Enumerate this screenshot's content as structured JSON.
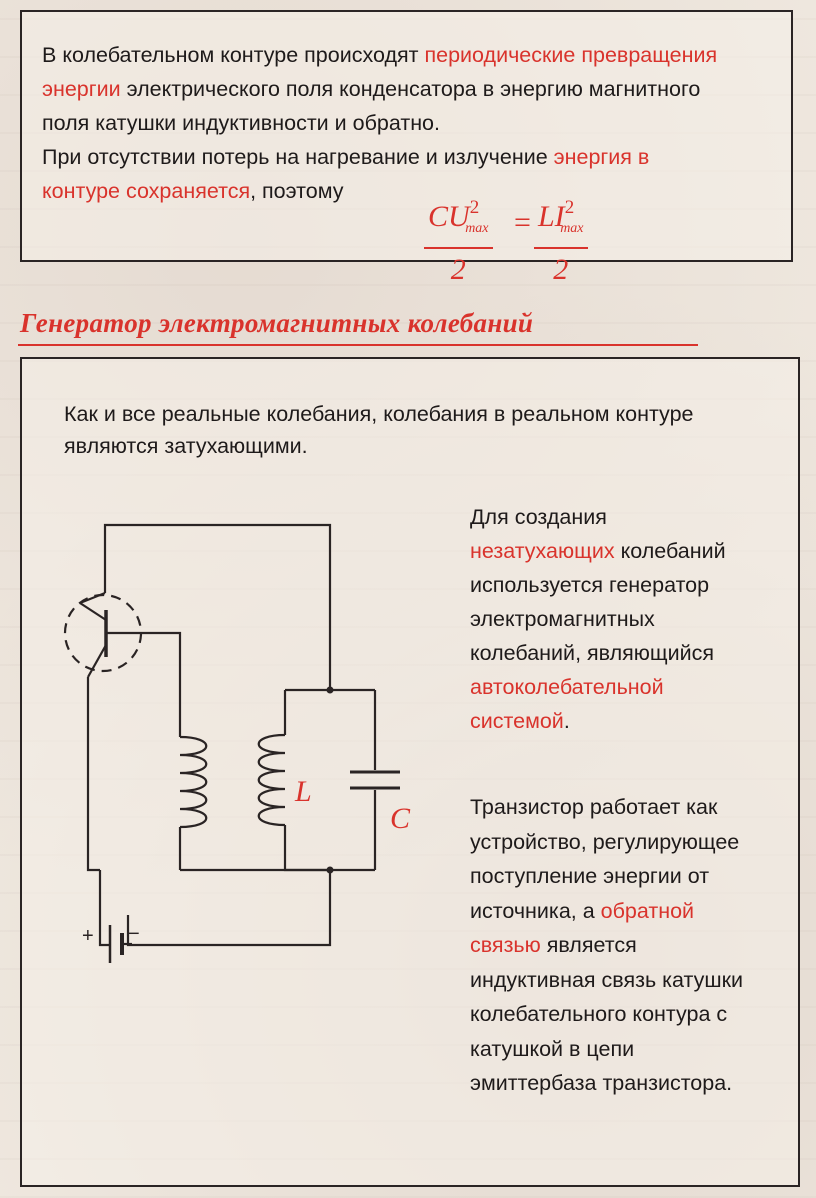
{
  "box1": {
    "l1a": "В колебательном контуре происходят ",
    "l1b": "периодические превращения",
    "l2a": "энергии",
    "l2b": " электрического поля конденсатора в энергию магнитного",
    "l3": "поля катушки индуктивности и обратно.",
    "l4a": "При отсутствии потерь на нагревание и излучение ",
    "l4b": "энергия в",
    "l5a": "контуре сохраняется",
    "l5b": ", поэтому"
  },
  "formula": {
    "left_num": "CU",
    "right_num": "LI",
    "power": "2",
    "subscript": "max",
    "denominator": "2",
    "equals": "="
  },
  "heading": "Генератор электромагнитных колебаний",
  "box2": {
    "intro_l1": "Как и все реальные колебания, колебания в реальном контуре",
    "intro_l2": "являются затухающими.",
    "p1_l1": "Для создания",
    "p1_l2a": "незатухающих",
    "p1_l2b": " колебаний",
    "p1_l3": "используется генератор",
    "p1_l4": "электромагнитных",
    "p1_l5": "колебаний, являющийся",
    "p1_l6": "автоколебательной",
    "p1_l7": "системой",
    "p1_l7b": ".",
    "p2_l1": "Транзистор работает как",
    "p2_l2": "устройство, регулирующее",
    "p2_l3": "поступление энергии от",
    "p2_l4a": "источника, а ",
    "p2_l4b": "обратной",
    "p2_l5a": "связью",
    "p2_l5b": " является",
    "p2_l6": "индуктивная связь катушки",
    "p2_l7": "колебательного контура с",
    "p2_l8": "катушкой в цепи",
    "p2_l9": "эмиттербаза  транзистора."
  },
  "circuit": {
    "inductor_label": "L",
    "capacitor_label": "C",
    "plus_sign": "+",
    "minus_sign": "−"
  },
  "colors": {
    "accent_red": "#d9332c",
    "text": "#1e1a1a",
    "background": "#efe8df"
  }
}
